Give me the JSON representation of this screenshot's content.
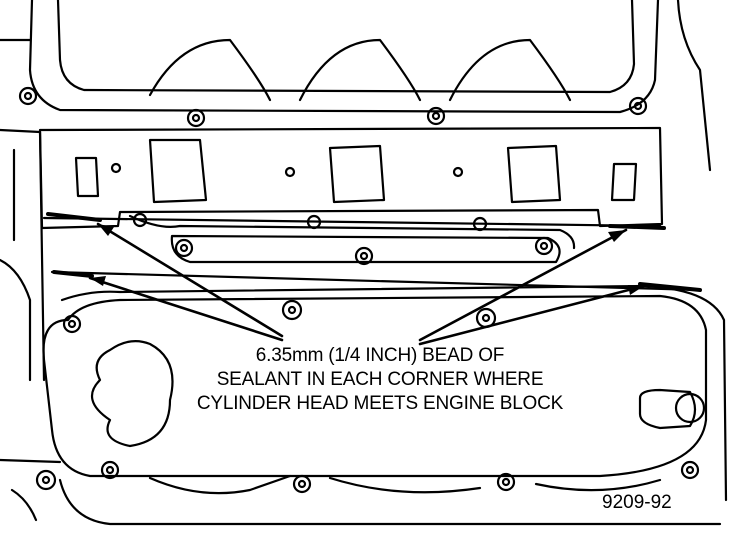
{
  "diagram": {
    "callout_lines": [
      "6.35mm (1/4 INCH) BEAD OF",
      "SEALANT IN EACH CORNER WHERE",
      "CYLINDER HEAD MEETS ENGINE BLOCK"
    ],
    "figure_number": "9209-92"
  },
  "colors": {
    "ink": "#000000",
    "paper": "#ffffff"
  }
}
